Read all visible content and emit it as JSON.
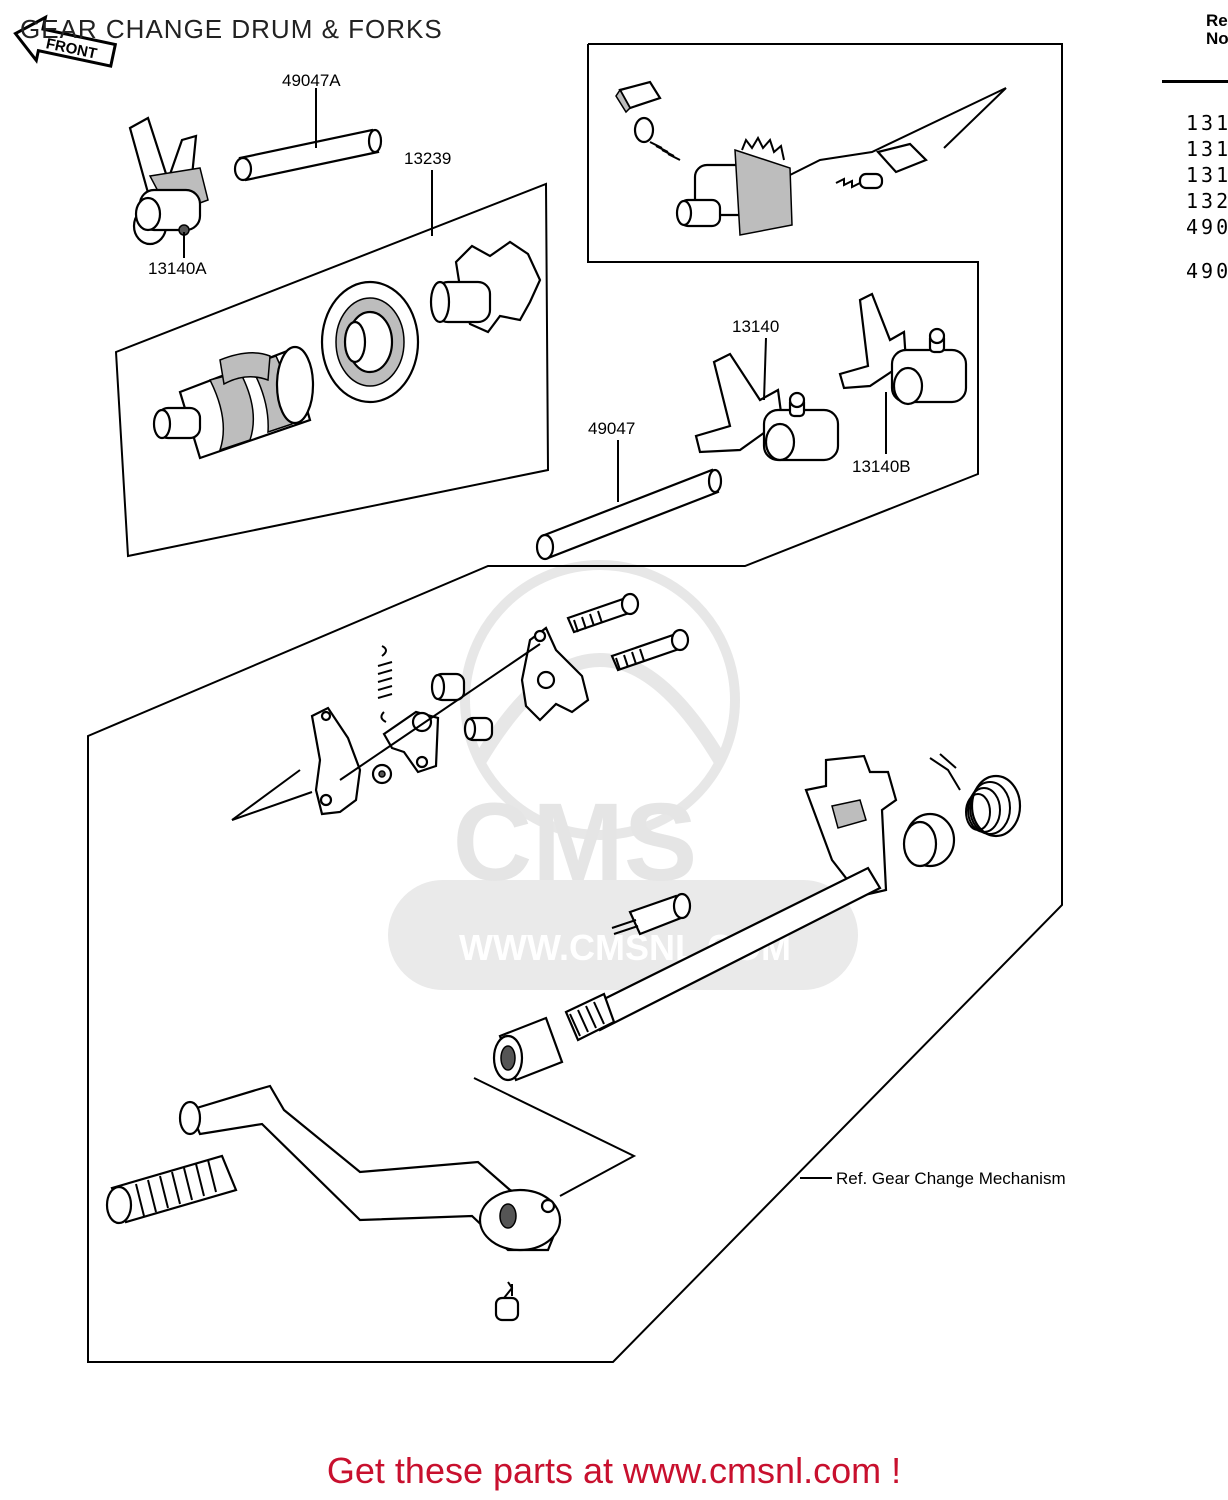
{
  "title": "GEAR CHANGE DRUM & FORKS",
  "ref_column": {
    "header_line1": "Re",
    "header_line2": "No",
    "items": [
      "131",
      "131",
      "131",
      "132",
      "490",
      "490"
    ]
  },
  "callouts": {
    "rod_top": "49047A",
    "drum_assy": "13239",
    "fork_a": "13140A",
    "fork_mid": "13140",
    "rod_mid": "49047",
    "fork_b": "13140B",
    "ref_mechanism": "Ref. Gear Change Mechanism"
  },
  "front_arrow": {
    "label": "FRONT"
  },
  "watermark": {
    "logo": "CMS",
    "url": "WWW.CMSNL.COM"
  },
  "footer": {
    "text": "Get these parts at www.cmsnl.com !"
  }
}
